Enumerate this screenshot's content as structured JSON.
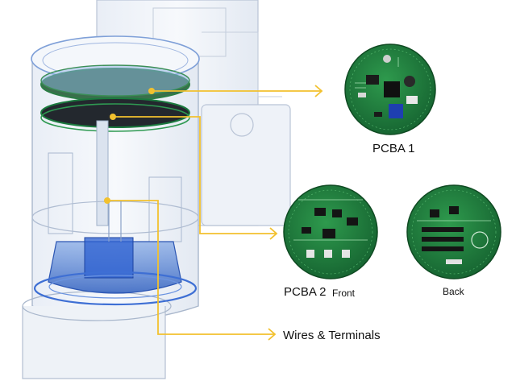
{
  "labels": {
    "pcba1": "PCBA 1",
    "pcba2": "PCBA 2",
    "front": "Front",
    "back": "Back",
    "wires": "Wires & Terminals"
  },
  "colors": {
    "callout": "#f2c12e",
    "pcb_green": "#1f7a3a",
    "device_blue": "#4a7fd6",
    "device_outline": "#a9b7cc"
  },
  "icons": [
    "pcb-board-image",
    "device-cutaway-image"
  ]
}
